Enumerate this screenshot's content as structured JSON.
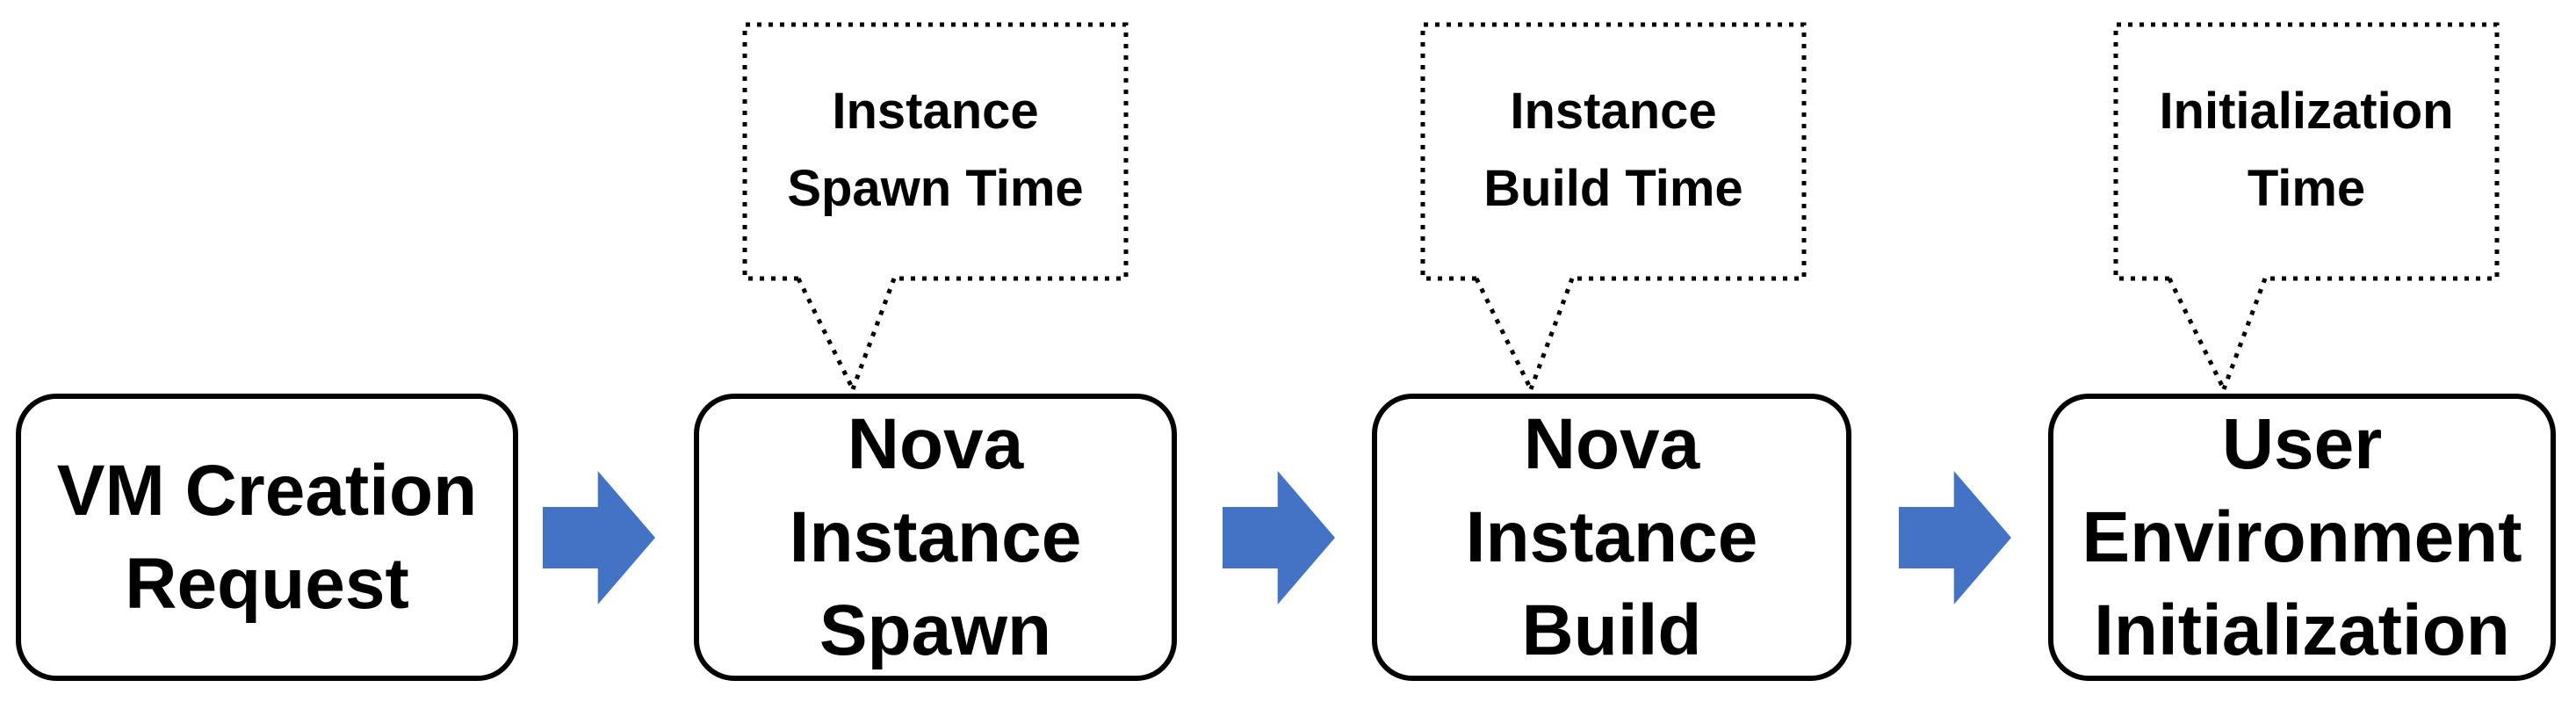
{
  "diagram": {
    "kind": "vm-provisioning-flow",
    "arrow_color": "#4472C4",
    "box_border_color": "#000000",
    "background_color": "#ffffff",
    "connector_icon": "right-block-arrow-icon",
    "steps": [
      {
        "id": "vm-creation-request",
        "label": "VM Creation\nRequest"
      },
      {
        "id": "nova-instance-spawn",
        "label": "Nova\nInstance\nSpawn",
        "callout": "Instance\nSpawn Time"
      },
      {
        "id": "nova-instance-build",
        "label": "Nova\nInstance\nBuild",
        "callout": "Instance\nBuild Time"
      },
      {
        "id": "user-environment-initialization",
        "label": "User\nEnvironment\nInitialization",
        "callout": "Initialization\nTime"
      }
    ]
  }
}
